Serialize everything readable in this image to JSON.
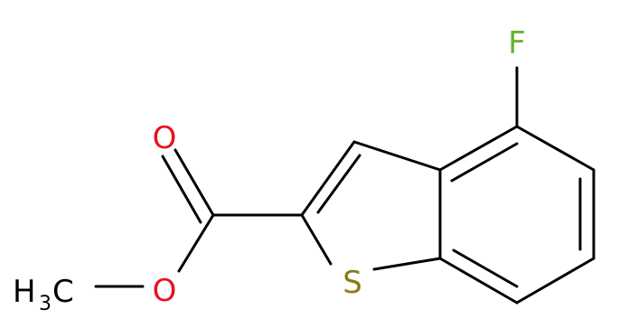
{
  "molecule": {
    "atoms": {
      "fluorine": {
        "symbol": "F",
        "color": "#6ab42d"
      },
      "carbonyl_oxygen": {
        "symbol": "O",
        "color": "#e8121e"
      },
      "ester_oxygen": {
        "symbol": "O",
        "color": "#e8121e"
      },
      "sulfur": {
        "symbol": "S",
        "color": "#8b7a14"
      },
      "methyl": {
        "main": "H",
        "sub": "3",
        "tail": "C",
        "color": "#000000"
      }
    },
    "bond_color": "#000000"
  }
}
